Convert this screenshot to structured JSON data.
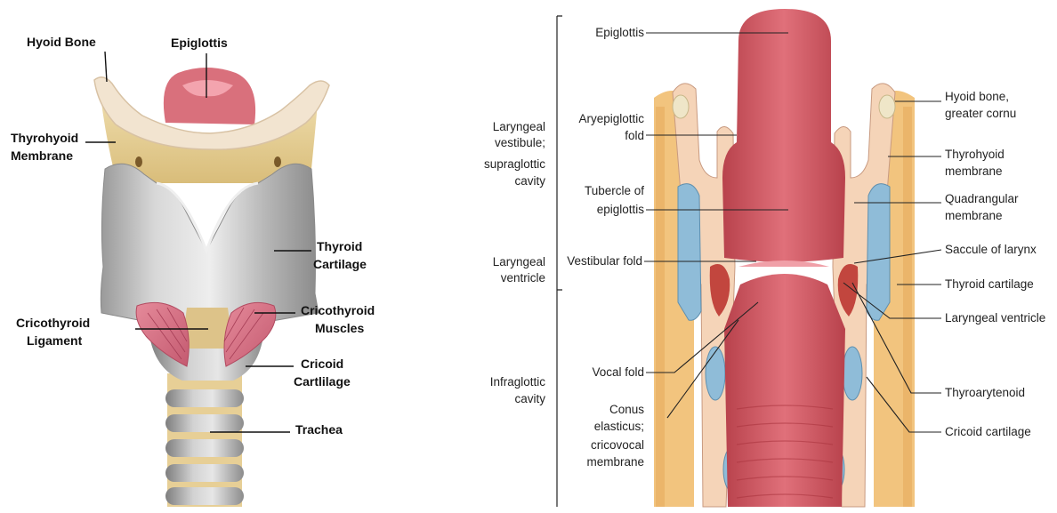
{
  "left_diagram": {
    "labels": {
      "hyoid_bone": "Hyoid Bone",
      "epiglottis": "Epiglottis",
      "thyrohyoid_membrane": [
        "Thyrohyoid",
        "Membrane"
      ],
      "thyroid_cartilage": [
        "Thyroid",
        "Cartilage"
      ],
      "cricothyroid_ligament": [
        "Cricothyroid",
        "Ligament"
      ],
      "cricothyroid_muscles": [
        "Cricothyroid",
        "Muscles"
      ],
      "cricoid_cartilage": [
        "Cricoid",
        "Cartlilage"
      ],
      "trachea": "Trachea"
    }
  },
  "right_diagram": {
    "region_labels": {
      "laryngeal_vestibule": [
        "Laryngeal",
        "vestibule;",
        "supraglottic",
        "cavity"
      ],
      "laryngeal_ventricle": [
        "Laryngeal",
        "ventricle"
      ],
      "infraglottic_cavity": [
        "Infraglottic",
        "cavity"
      ]
    },
    "labels_left": {
      "epiglottis": "Epiglottis",
      "aryepiglottic_fold": [
        "Aryepiglottic",
        "fold"
      ],
      "tubercle_of_epiglottis": [
        "Tubercle of",
        "epiglottis"
      ],
      "vestibular_fold": "Vestibular fold",
      "vocal_fold": "Vocal fold",
      "conus_elasticus": [
        "Conus",
        "elasticus;",
        "cricovocal",
        "membrane"
      ]
    },
    "labels_right": {
      "hyoid_bone_greater_cornu": [
        "Hyoid bone,",
        "greater cornu"
      ],
      "thyrohyoid_membrane": [
        "Thyrohyoid",
        "membrane"
      ],
      "quadrangular_membrane": [
        "Quadrangular",
        "membrane"
      ],
      "saccule_of_larynx": "Saccule of larynx",
      "thyroid_cartilage": "Thyroid cartilage",
      "laryngeal_ventricle": "Laryngeal ventricle",
      "thyroarytenoid": "Thyroarytenoid",
      "cricoid_cartilage": "Cricoid cartilage"
    }
  }
}
